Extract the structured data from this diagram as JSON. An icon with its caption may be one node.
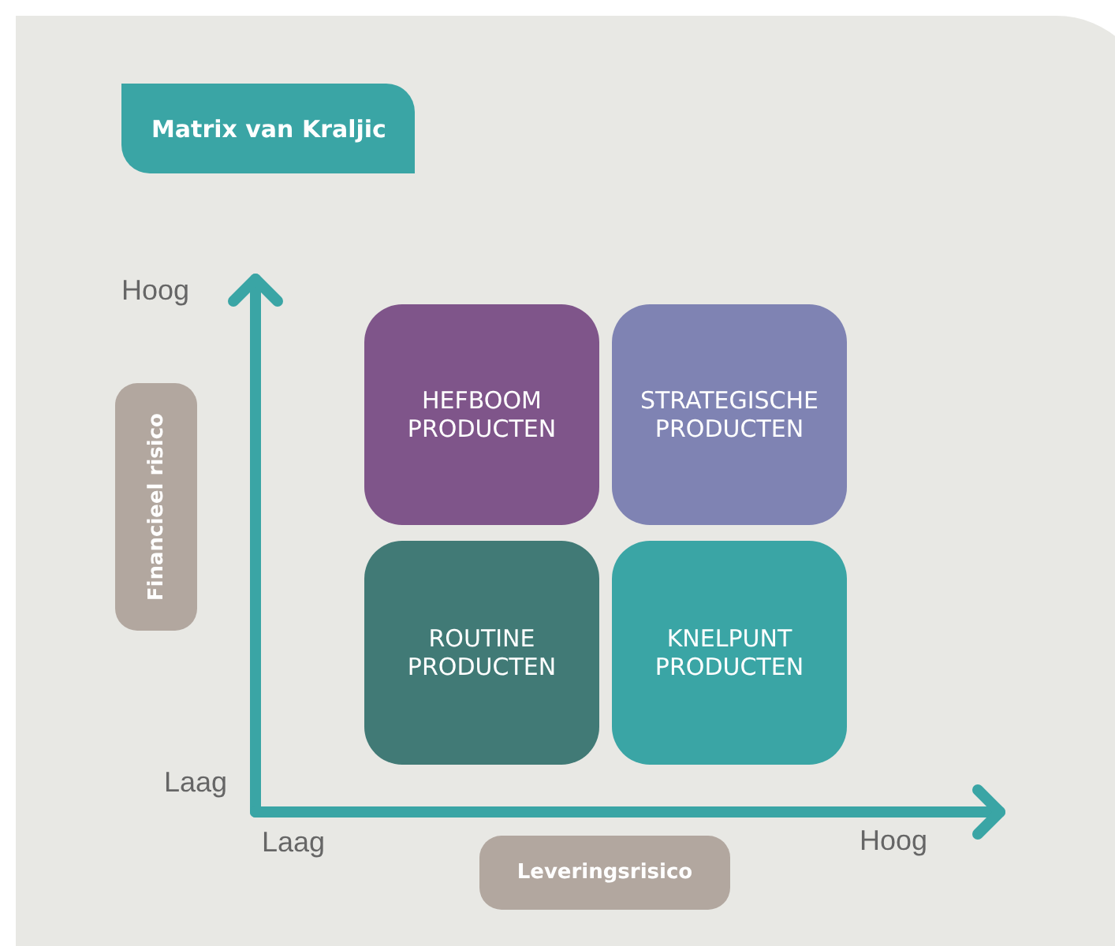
{
  "diagram": {
    "title": "Matrix van Kraljic",
    "nodes": [
      {
        "text": [
          "HEFBOOM PRODUCTEN"
        ]
      },
      {
        "text": [
          "STRATEGISCHE PRODUCTEN"
        ]
      },
      {
        "text": [
          "ROUTINE PRODUCTEN"
        ]
      },
      {
        "text": [
          "KNELPUNT PRODUCTEN"
        ]
      },
      {
        "text": [
          "Financieel risico"
        ]
      },
      {
        "text": [
          "Leveringsrisico"
        ]
      }
    ],
    "edges": [],
    "labels": [
      "Hoog",
      "Laag",
      "Laag",
      "Hoog"
    ]
  }
}
